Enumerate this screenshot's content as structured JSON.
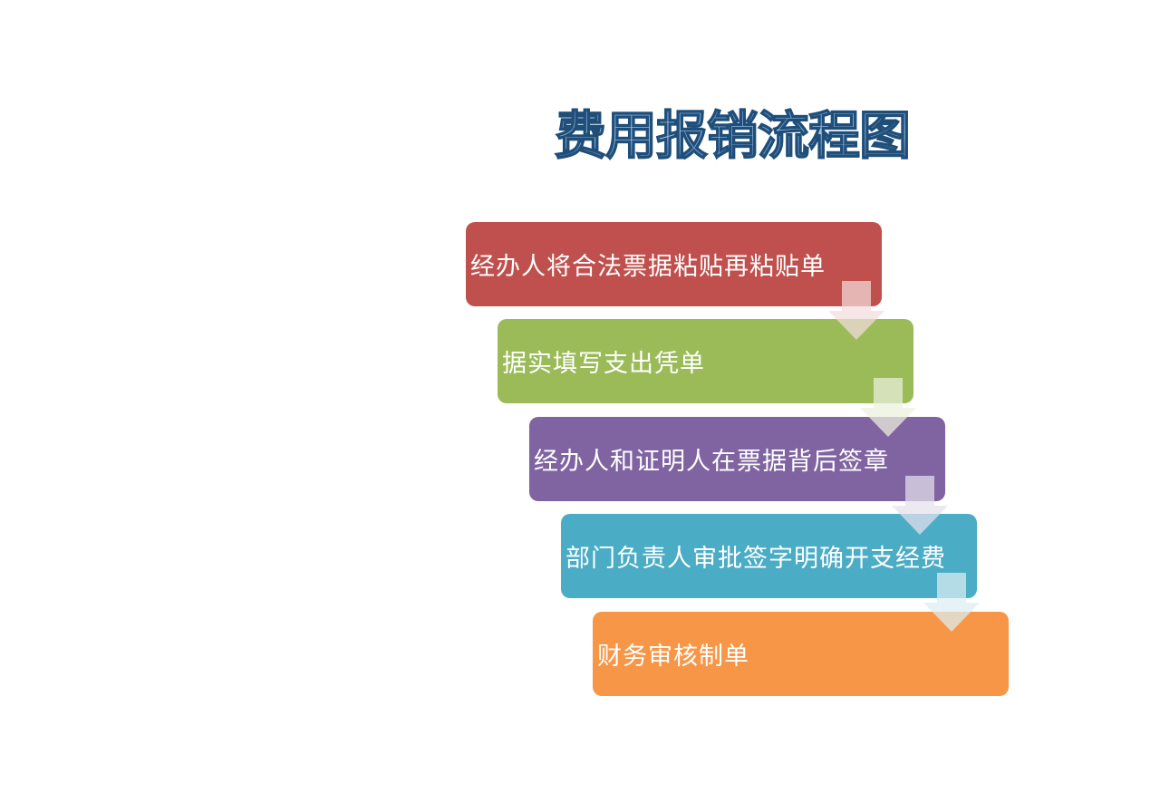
{
  "title": {
    "text": "费用报销流程图",
    "colors": {
      "fill_top": "#6d9bd3",
      "fill_mid": "#a9c8eb",
      "fill_bottom": "#36629f",
      "outline": "#1f4e79"
    }
  },
  "flow": {
    "steps": [
      {
        "label": "经办人将合法票据粘贴再粘贴单",
        "color": "#C0504D",
        "arrow_tint": "#F2DCDB"
      },
      {
        "label": "据实填写支出凭单",
        "color": "#9BBB59",
        "arrow_tint": "#EBF1DE"
      },
      {
        "label": "经办人和证明人在票据背后签章",
        "color": "#8064A2",
        "arrow_tint": "#E5E0EC"
      },
      {
        "label": "部门负责人审批签字明确开支经费",
        "color": "#4BACC6",
        "arrow_tint": "#DBEEF4"
      },
      {
        "label": "财务审核制单",
        "color": "#F79646",
        "arrow_tint": ""
      }
    ]
  }
}
